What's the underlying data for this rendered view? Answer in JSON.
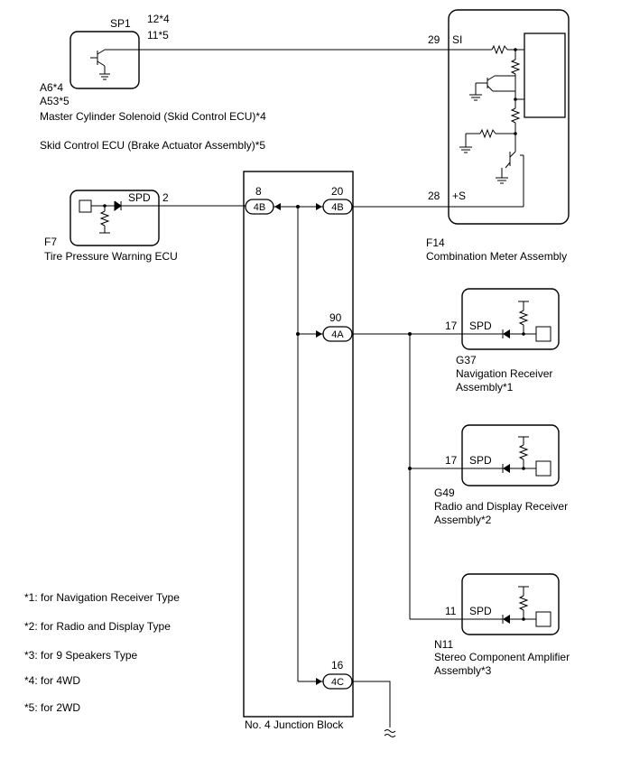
{
  "components": {
    "sp1": {
      "name": "SP1",
      "pin_4wd": "12*4",
      "pin_5": "11*5",
      "code_4wd": "A6*4",
      "code_2wd": "A53*5",
      "desc_4wd": "Master Cylinder Solenoid (Skid Control ECU)*4",
      "desc_2wd": "Skid Control ECU (Brake Actuator Assembly)*5"
    },
    "f7": {
      "code": "F7",
      "name": "Tire Pressure Warning ECU",
      "terminal": "SPD",
      "pin": "2"
    },
    "f14": {
      "code": "F14",
      "name": "Combination Meter Assembly",
      "pin_si": "29",
      "term_si": "SI",
      "pin_s": "28",
      "term_s": "+S"
    },
    "junction": {
      "name": "No. 4 Junction Block",
      "c1_pin": "8",
      "c1_label": "4B",
      "c2_pin": "20",
      "c2_label": "4B",
      "c3_pin": "90",
      "c3_label": "4A",
      "c4_pin": "16",
      "c4_label": "4C"
    },
    "g37": {
      "code": "G37",
      "name_line1": "Navigation Receiver",
      "name_line2": "Assembly*1",
      "terminal": "SPD",
      "pin": "17"
    },
    "g49": {
      "code": "G49",
      "name_line1": "Radio and Display Receiver",
      "name_line2": "Assembly*2",
      "terminal": "SPD",
      "pin": "17"
    },
    "n11": {
      "code": "N11",
      "name_line1": "Stereo Component Amplifier",
      "name_line2": "Assembly*3",
      "terminal": "SPD",
      "pin": "11"
    }
  },
  "notes": [
    "*1: for Navigation Receiver Type",
    "*2: for Radio and Display Type",
    "*3: for 9 Speakers Type",
    "*4: for 4WD",
    "*5: for 2WD"
  ]
}
